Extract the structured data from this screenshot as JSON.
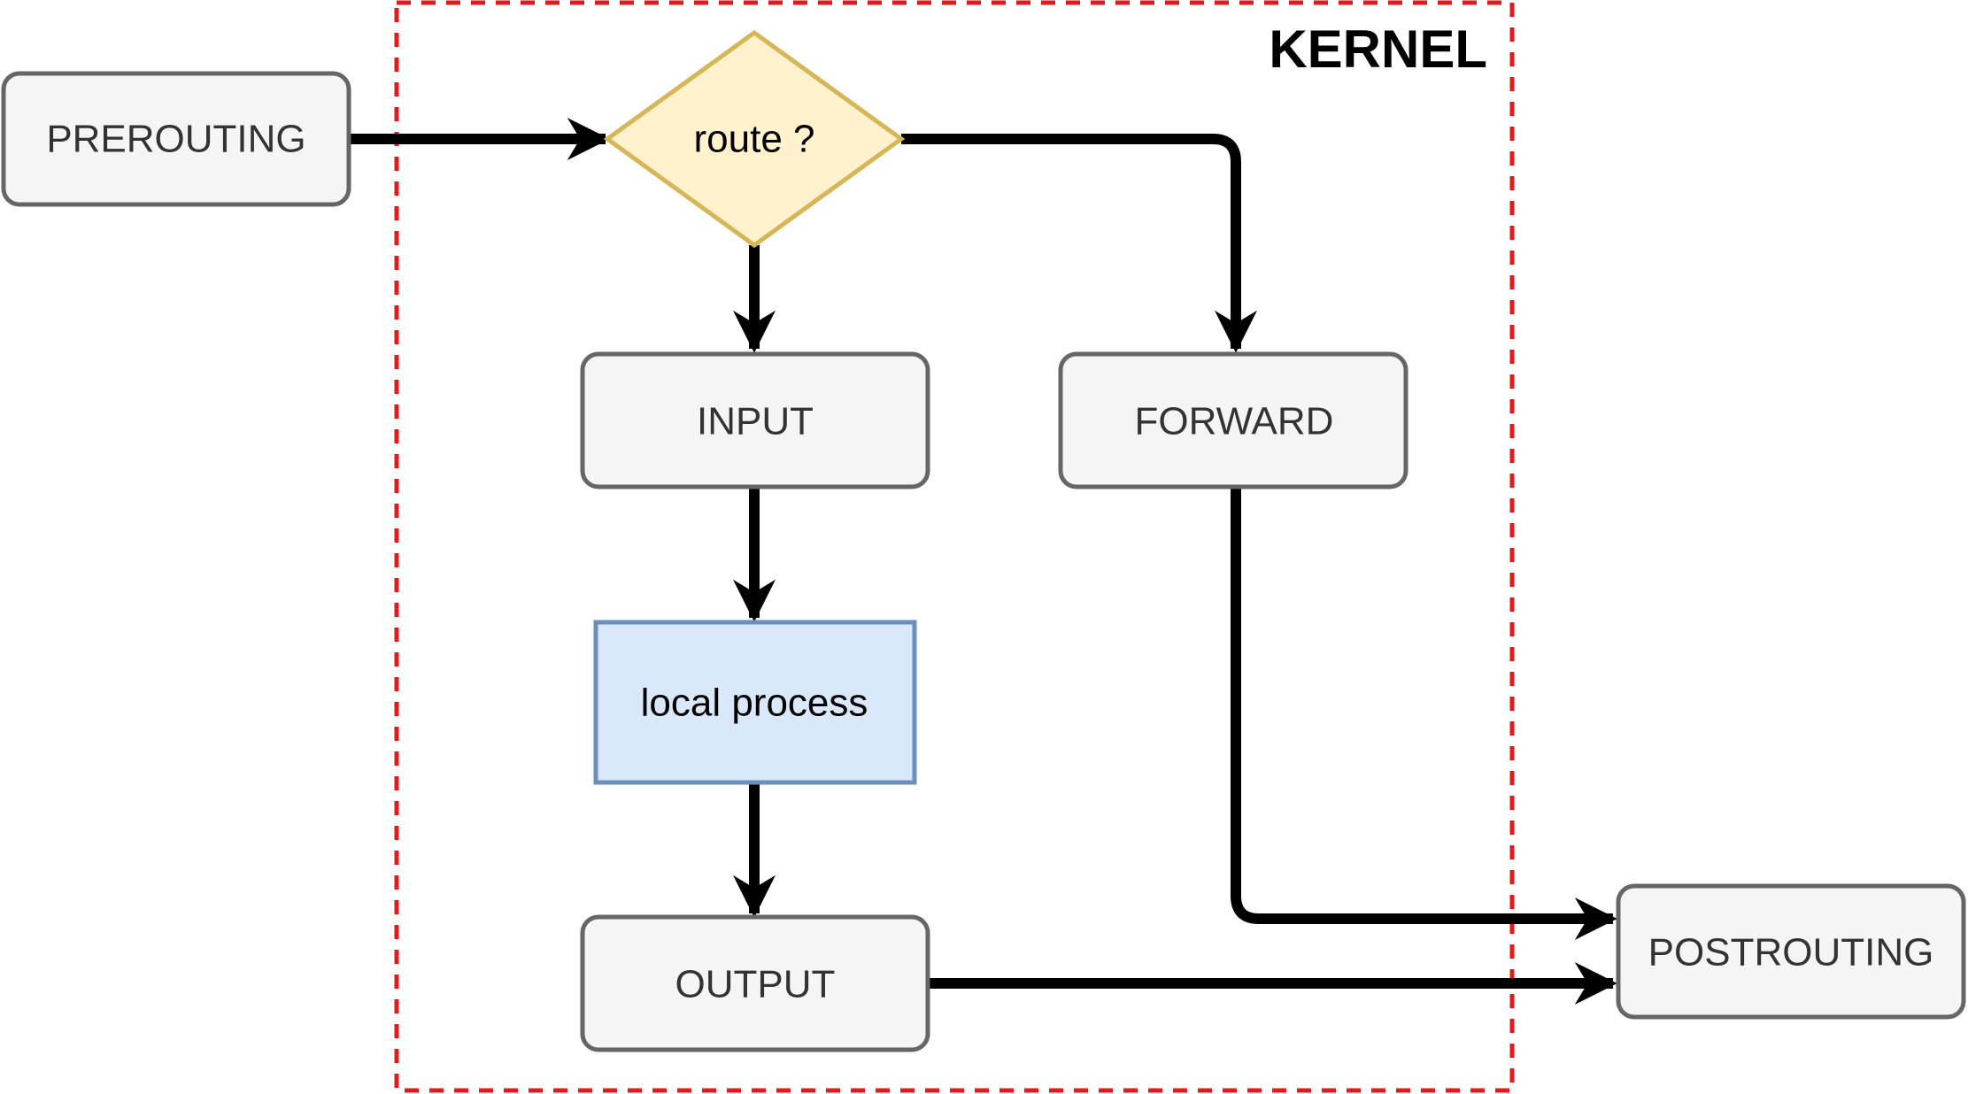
{
  "diagram": {
    "container": {
      "label": "KERNEL",
      "border_color": "#e31a1c"
    },
    "nodes": {
      "prerouting": {
        "label": "PREROUTING"
      },
      "route": {
        "label": "route ?"
      },
      "input": {
        "label": "INPUT"
      },
      "forward": {
        "label": "FORWARD"
      },
      "local_process": {
        "label": "local process"
      },
      "output": {
        "label": "OUTPUT"
      },
      "postrouting": {
        "label": "POSTROUTING"
      }
    },
    "colors": {
      "chain_fill": "#f5f5f5",
      "chain_border": "#666666",
      "decision_fill": "#fff2cc",
      "decision_border": "#d6b656",
      "process_fill": "#dae8fc",
      "process_border": "#6c8ebf",
      "edge": "#000000"
    },
    "edges": [
      {
        "from": "PREROUTING",
        "to": "route ?"
      },
      {
        "from": "route ?",
        "to": "INPUT"
      },
      {
        "from": "route ?",
        "to": "FORWARD"
      },
      {
        "from": "INPUT",
        "to": "local process"
      },
      {
        "from": "local process",
        "to": "OUTPUT"
      },
      {
        "from": "FORWARD",
        "to": "POSTROUTING"
      },
      {
        "from": "OUTPUT",
        "to": "POSTROUTING"
      }
    ]
  }
}
